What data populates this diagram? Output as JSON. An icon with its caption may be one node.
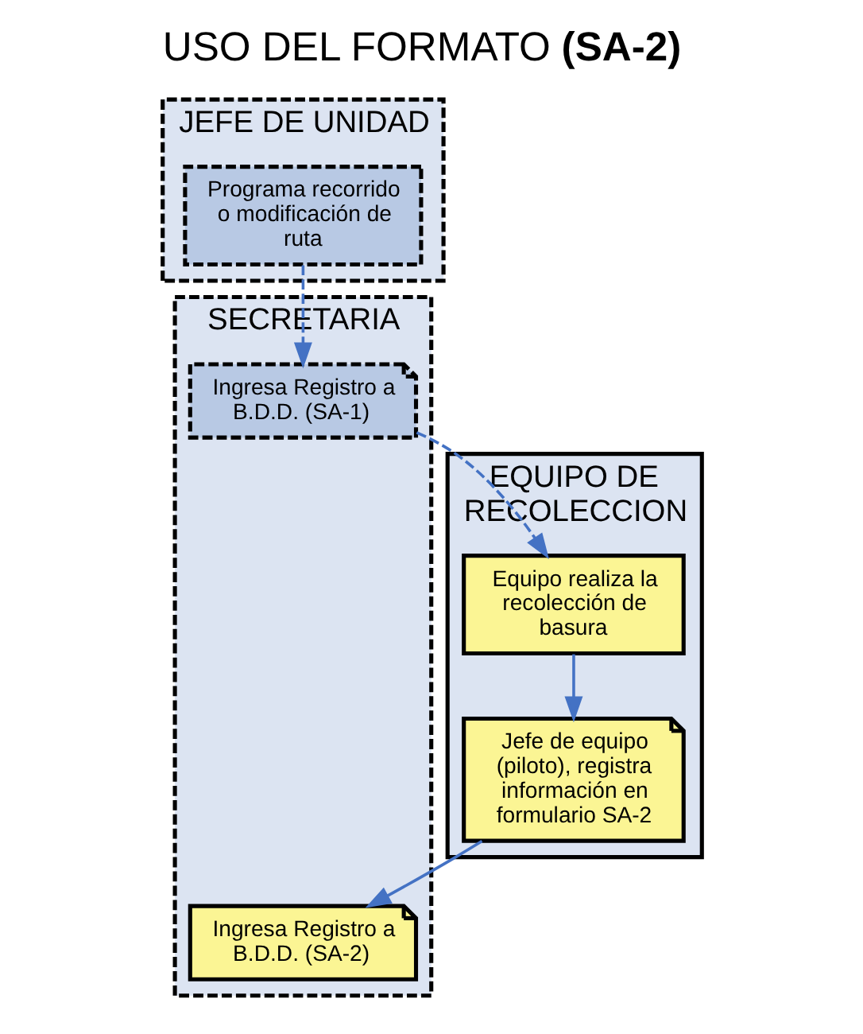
{
  "diagram": {
    "title": "USO DEL FORMATO **(SA-2)**",
    "nodes": [
      {
        "text": [
          "JEFE DE UNIDAD"
        ]
      },
      {
        "text": [
          "SECRETARIA"
        ]
      },
      {
        "text": [
          "EQUIPO DE RECOLECCION"
        ]
      },
      {
        "text": [
          "Programa recorrido o modificación de ruta"
        ],
        "in": 0
      },
      {
        "text": [
          "Ingresa Registro a B.D.D. (SA-1)"
        ],
        "in": 1
      },
      {
        "text": [
          "Equipo realiza la recolección de basura"
        ],
        "in": 2
      },
      {
        "text": [
          "Jefe de equipo (piloto), registra información en formulario SA-2"
        ],
        "in": 2
      },
      {
        "text": [
          "Ingresa Registro a B.D.D. (SA-2)"
        ],
        "in": 1
      }
    ],
    "edges": [
      {
        "from": 3,
        "to": 4,
        "arrow": "to",
        "style": "dashed"
      },
      {
        "from": 4,
        "to": 5,
        "arrow": "to",
        "style": "dashed"
      },
      {
        "from": 5,
        "to": 6,
        "arrow": "to"
      },
      {
        "from": 6,
        "to": 7,
        "arrow": "to"
      }
    ]
  }
}
